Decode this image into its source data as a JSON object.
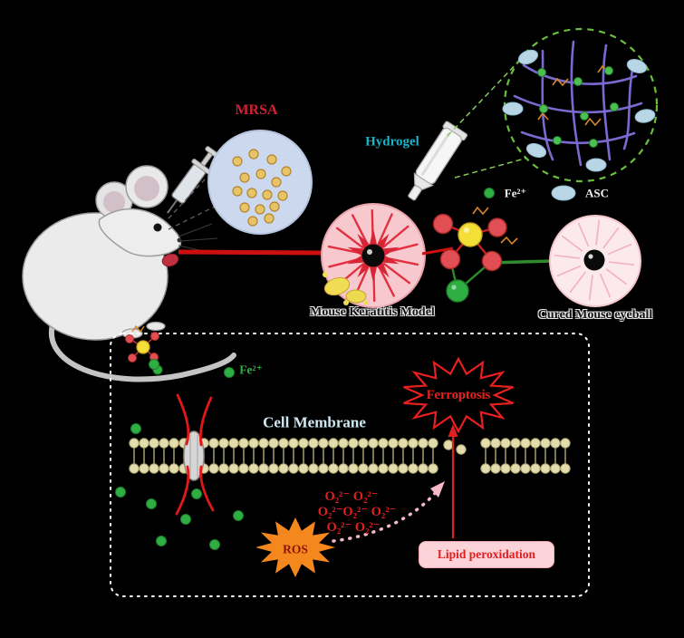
{
  "colors": {
    "background": "#000000",
    "mrsa": "#d42030",
    "hydrogel": "#17b3c9",
    "fe_green": "#2fae42",
    "fe_green_stroke": "#1f7a2e",
    "membrane_head": "#e3dcae",
    "membrane_head_stroke": "#a89f6a",
    "membrane_tail": "#cfc68e",
    "red_accent": "#e02020",
    "ros_orange": "#f5871f",
    "ros_text": "#8b1608",
    "lipid_box_bg": "#fcd3d8",
    "lipid_box_text": "#e02020",
    "asc_fill": "#b9d6e6",
    "network_purple": "#7a6ad0",
    "mrsa_dot_fill": "#e8c469",
    "panel_border": "#ffffff"
  },
  "top": {
    "mrsa_label": "MRSA",
    "hydrogel_label": "Hydrogel",
    "legend": {
      "fe_label": "Fe²⁺",
      "asc_label": "ASC"
    },
    "keratitis_label": "Mouse Keratitis Model",
    "cured_label": "Cured Mouse eyeball"
  },
  "panel": {
    "fe_label": "Fe²⁺",
    "cell_membrane_label": "Cell Membrane",
    "ferroptosis_label": "Ferroptosis",
    "ros_label": "ROS",
    "lipid_peroxidation_label": "Lipid peroxidation",
    "superoxide_rows": [
      "O₂²⁻ O₂²⁻",
      "O₂²⁻O₂²⁻ O₂²⁻",
      "O₂²⁻ O₂²⁻"
    ]
  }
}
